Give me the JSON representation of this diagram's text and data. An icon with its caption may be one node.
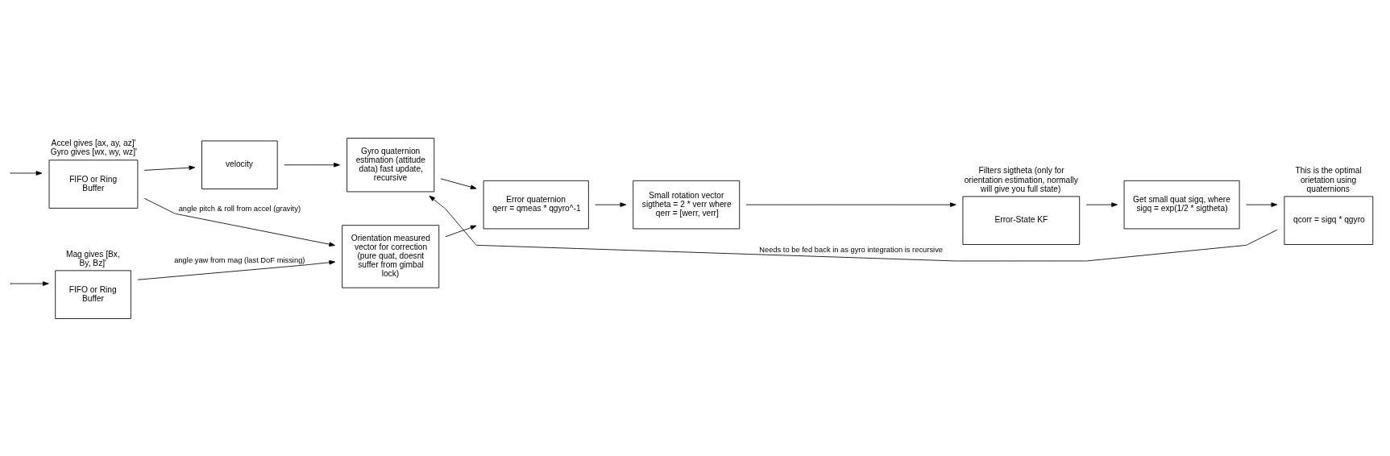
{
  "diagram": {
    "nodes": [
      {
        "text": [
          "FIFO or Ring Buffer"
        ],
        "beside": [
          "Accel gives [ax, ay, az]' Gyro gives [wx, wy, wz]'"
        ]
      },
      {
        "text": [
          "velocity"
        ]
      },
      {
        "text": [
          "Gyro quaternion estimation (attitude data) fast update, recursive"
        ]
      },
      {
        "text": [
          "Orientation measured vector for correction (pure quat, doesnt suffer from gimbal lock)"
        ]
      },
      {
        "text": [
          "FIFO or Ring Buffer"
        ],
        "beside": [
          "Mag gives [Bx, By, Bz]'"
        ]
      },
      {
        "text": [
          "Error quaternion",
          "qerr = qmeas * qgyro^-1"
        ]
      },
      {
        "text": [
          "Small rotation vector",
          "sigtheta = 2 * verr where qerr = [werr, verr]"
        ]
      },
      {
        "text": [
          "Error-State KF"
        ],
        "beside": [
          "Filters sigtheta (only for orientation estimation, normally will give you full state)"
        ]
      },
      {
        "text": [
          "Get small quat sigq, where sigq = exp(1/2 * sigtheta)"
        ]
      },
      {
        "text": [
          "qcorr = sigq * qgyro"
        ],
        "beside": [
          "This is the optimal orietation using quaternions"
        ]
      }
    ],
    "edges": [
      {
        "from": null,
        "to": 0,
        "arrow": "to"
      },
      {
        "from": 0,
        "to": 1,
        "arrow": "to"
      },
      {
        "from": 1,
        "to": 2,
        "arrow": "to"
      },
      {
        "from": 0,
        "to": 3,
        "arrow": "to",
        "label": "angle pitch & roll from accel (gravity)"
      },
      {
        "from": null,
        "to": 4,
        "arrow": "to"
      },
      {
        "from": 4,
        "to": 3,
        "arrow": "to",
        "label": "angle yaw from mag (last DoF missing)"
      },
      {
        "from": 2,
        "to": 5,
        "arrow": "to"
      },
      {
        "from": 3,
        "to": 5,
        "arrow": "to"
      },
      {
        "from": 5,
        "to": 6,
        "arrow": "to"
      },
      {
        "from": 6,
        "to": 7,
        "arrow": "to"
      },
      {
        "from": 7,
        "to": 8,
        "arrow": "to"
      },
      {
        "from": 8,
        "to": 9,
        "arrow": "to"
      },
      {
        "from": 9,
        "to": 2,
        "arrow": "to",
        "label": "Needs to be fed back in as gyro integration is recursive"
      }
    ]
  }
}
